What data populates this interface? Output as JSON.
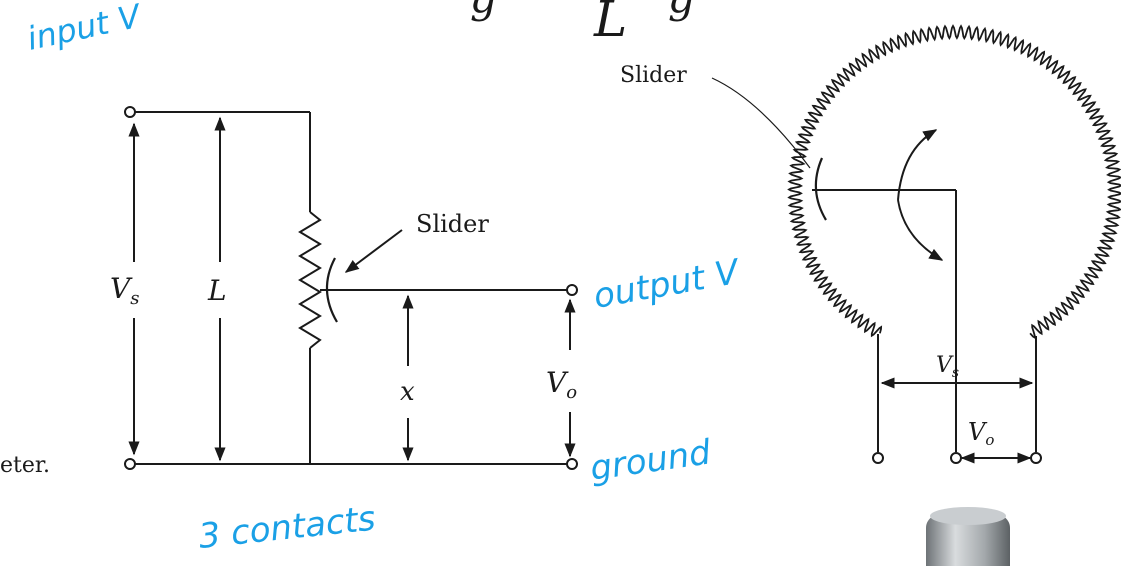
{
  "top_formula_fragment": "L",
  "linear_pot": {
    "slider_label": "Slider",
    "vs_label_main": "V",
    "vs_label_sub": "s",
    "length_label": "L",
    "x_label": "x",
    "vo_label_main": "V",
    "vo_label_sub": "o"
  },
  "rotary_pot": {
    "slider_label": "Slider",
    "vs_label_main": "V",
    "vs_label_sub": "s",
    "vo_label_main": "V",
    "vo_label_sub": "o"
  },
  "caption_fragment": "eter.",
  "annotations": {
    "input": "input V",
    "output": "output V",
    "ground": "ground",
    "contacts": "3 contacts"
  },
  "colors": {
    "ink": "#1a1a1a",
    "annotation": "#1aa0e6",
    "knob": "#9aa0a4"
  }
}
